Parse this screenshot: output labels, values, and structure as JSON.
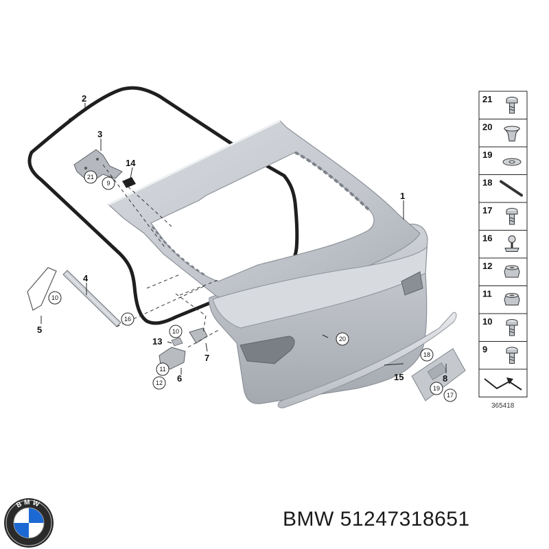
{
  "callouts": {
    "c1": "1",
    "c2": "2",
    "c3": "3",
    "c4": "4",
    "c5": "5",
    "c6": "6",
    "c7": "7",
    "c8": "8",
    "c13": "13",
    "c14": "14",
    "c15": "15"
  },
  "circle_labels": {
    "r21": "21",
    "r9a": "9",
    "r10a": "10",
    "r16": "16",
    "r10b": "10",
    "r11": "11",
    "r12": "12",
    "r20": "20",
    "r18": "18",
    "r19": "19",
    "r17": "17"
  },
  "legend": [
    "21",
    "20",
    "19",
    "18",
    "17",
    "16",
    "12",
    "11",
    "10",
    "9"
  ],
  "diagram_id": "365418",
  "brand": {
    "logo_text": "BMW",
    "part_label": "BMW 51247318651"
  },
  "colors": {
    "panel": "#c9ccd1",
    "panel_dark": "#9ea3aa",
    "seal": "#1f1f1f",
    "line": "#222222"
  }
}
